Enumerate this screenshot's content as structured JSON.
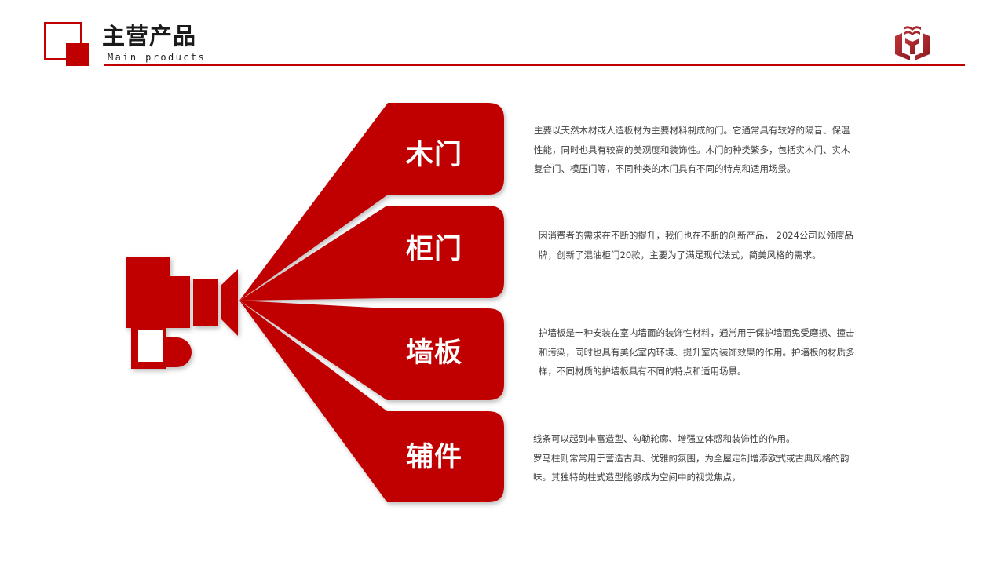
{
  "header": {
    "title": "主营产品",
    "subtitle": "Main products"
  },
  "colors": {
    "accent": "#c00000",
    "text": "#404040",
    "title": "#1a1a1a"
  },
  "logo": {
    "icon": "company-logo-icon"
  },
  "products": [
    {
      "label": "木门",
      "description": [
        "主要以天然木材或人造板材为主要材料制成的门。它通常具有较好的隔音、保温",
        "性能，同时也具有较高的美观度和装饰性。木门的种类繁多，包括实木门、实木",
        "复合门、模压门等，不同种类的木门具有不同的特点和适用场景。"
      ]
    },
    {
      "label": "柜门",
      "description": [
        " 因消费者的需求在不断的提升，我们也在不断的创新产品， 2024公司以领度品",
        "牌，创新了混油柜门20款，主要为了满足现代法式，简美风格的需求。"
      ]
    },
    {
      "label": "墙板",
      "description": [
        "护墙板是一种安装在室内墙面的装饰性材料，通常用于保护墙面免受磨损、撞击",
        "和污染，同时也具有美化室内环境、提升室内装饰效果的作用。护墙板的材质多",
        "样，不同材质的护墙板具有不同的特点和适用场景。"
      ]
    },
    {
      "label": "辅件",
      "description": [
        "线条可以起到丰富造型、勾勒轮廓、增强立体感和装饰性的作用。",
        "罗马柱则常常用于营造古典、优雅的氛围，为全屋定制增添欧式或古典风格的韵",
        "味。其独特的柱式造型能够成为空间中的视觉焦点，"
      ]
    }
  ]
}
